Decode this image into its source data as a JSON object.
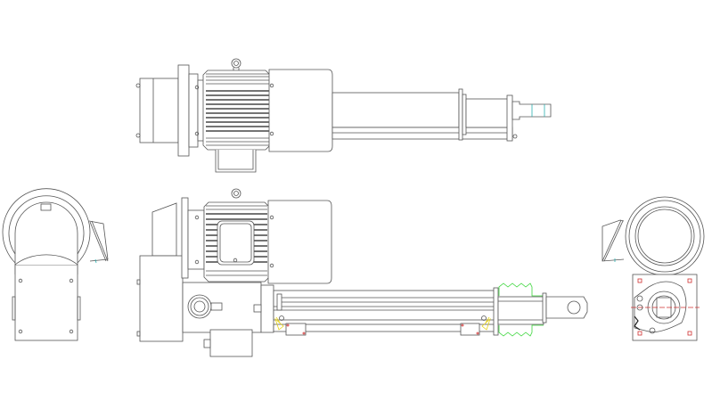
{
  "drawing": {
    "views": [
      "top-view",
      "front-view",
      "left-side-view",
      "right-side-view"
    ],
    "colors": {
      "outline": "#555555",
      "fins": "#222222",
      "bellows": "#3ad63a",
      "sensor": "#e6d21a",
      "centerline": "#d03030",
      "accent": "#2ab0b0"
    }
  }
}
